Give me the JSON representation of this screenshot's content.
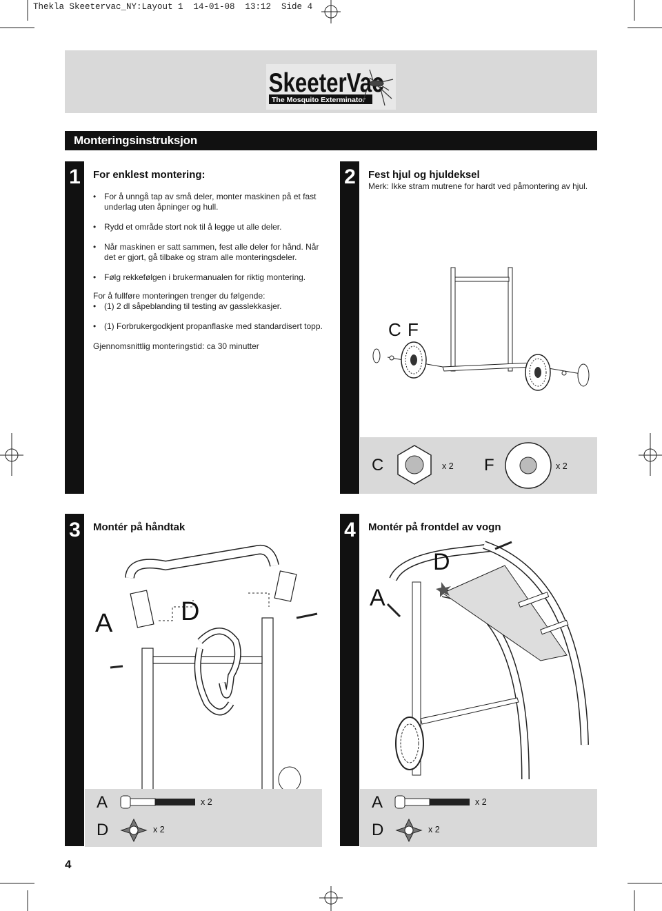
{
  "slug": "Thekla Skeetervac_NY:Layout 1  14-01-08  13:12  Side 4",
  "logo": {
    "brand": "SkeeterVac",
    "tagline": "The Mosquito Exterminator"
  },
  "section_title": "Monteringsinstruksjon",
  "step1": {
    "number": "1",
    "heading": "For enklest montering:",
    "bullets": [
      "For å unngå tap av små deler, monter maskinen på et fast underlag uten åpninger og hull.",
      "Rydd et område stort nok til å legge ut alle deler.",
      "Når maskinen er satt sammen, fest alle deler for hånd. Når det er gjort, gå tilbake og stram alle monteringsdeler.",
      "Følg rekkefølgen i brukermanualen for riktig montering."
    ],
    "needs_intro": "For å fullføre monteringen trenger du følgende:",
    "needs": [
      "(1) 2 dl såpeblanding til testing av gasslekkasjer.",
      "(1) Forbrukergodkjent propanflaske med standardisert topp."
    ],
    "time_note": "Gjennomsnittlig monteringstid: ca 30 minutter"
  },
  "step2": {
    "number": "2",
    "heading": "Fest hjul og hjuldeksel",
    "note": "Merk: Ikke stram mutrene for hardt ved påmontering av hjul.",
    "diagram_label": "C F",
    "parts": [
      {
        "letter": "C",
        "qty": "x 2"
      },
      {
        "letter": "F",
        "qty": "x 2"
      }
    ]
  },
  "step3": {
    "number": "3",
    "heading": "Montér på håndtak",
    "label_a": "A",
    "label_d": "D",
    "parts": [
      {
        "letter": "A",
        "qty": "x 2"
      },
      {
        "letter": "D",
        "qty": "x 2"
      }
    ]
  },
  "step4": {
    "number": "4",
    "heading": "Montér på frontdel av vogn",
    "label_a": "A",
    "label_d": "D",
    "parts": [
      {
        "letter": "A",
        "qty": "x 2"
      },
      {
        "letter": "D",
        "qty": "x 2"
      }
    ]
  },
  "page_number": "4",
  "colors": {
    "band": "#111111",
    "panel": "#d9d9d9"
  }
}
